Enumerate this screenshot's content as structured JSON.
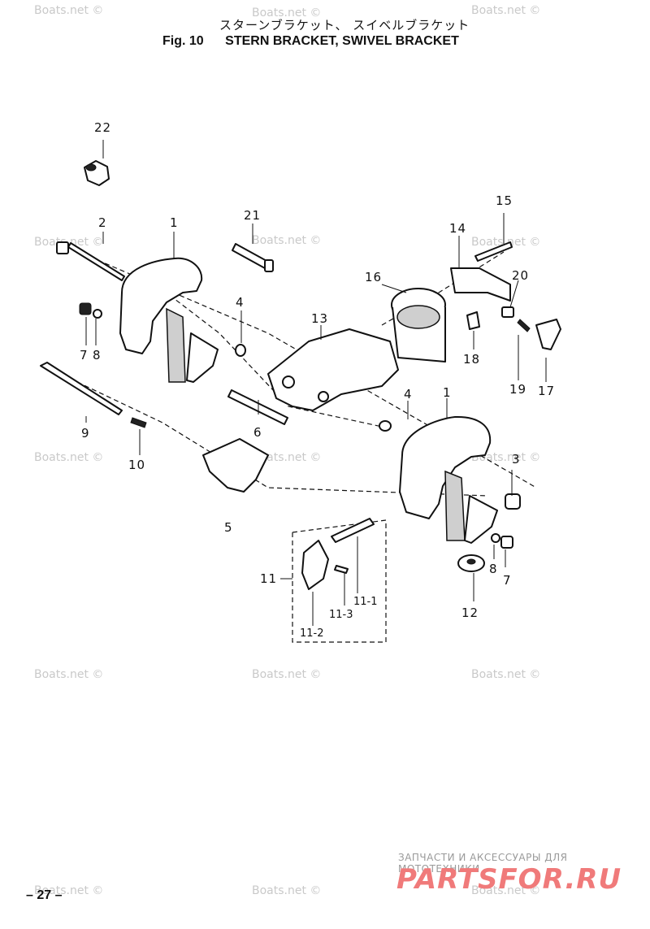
{
  "header": {
    "title_jp": "スターンブラケット、 スイベルブラケット",
    "fig_label": "Fig. 10",
    "title_en": "STERN BRACKET, SWIVEL BRACKET"
  },
  "watermark": "Boats.net ©",
  "part_labels": {
    "p22": "22",
    "p2": "2",
    "p1a": "1",
    "p21": "21",
    "p15": "15",
    "p14": "14",
    "p16": "16",
    "p20": "20",
    "p7a": "7",
    "p8a": "8",
    "p4a": "4",
    "p13": "13",
    "p18": "18",
    "p19": "19",
    "p17": "17",
    "p9": "9",
    "p10": "10",
    "p6": "6",
    "p4b": "4",
    "p1b": "1",
    "p3": "3",
    "p5": "5",
    "p8b": "8",
    "p7b": "7",
    "p11": "11",
    "p11_1": "11-1",
    "p11_3": "11-3",
    "p11_2": "11-2",
    "p12": "12"
  },
  "footer": {
    "page": "– 27 –",
    "brand_tagline": "ЗАПЧАСТИ И АКСЕССУАРЫ ДЛЯ МОТОТЕХНИКИ",
    "brand_logo": "PARTSFOR.RU"
  }
}
